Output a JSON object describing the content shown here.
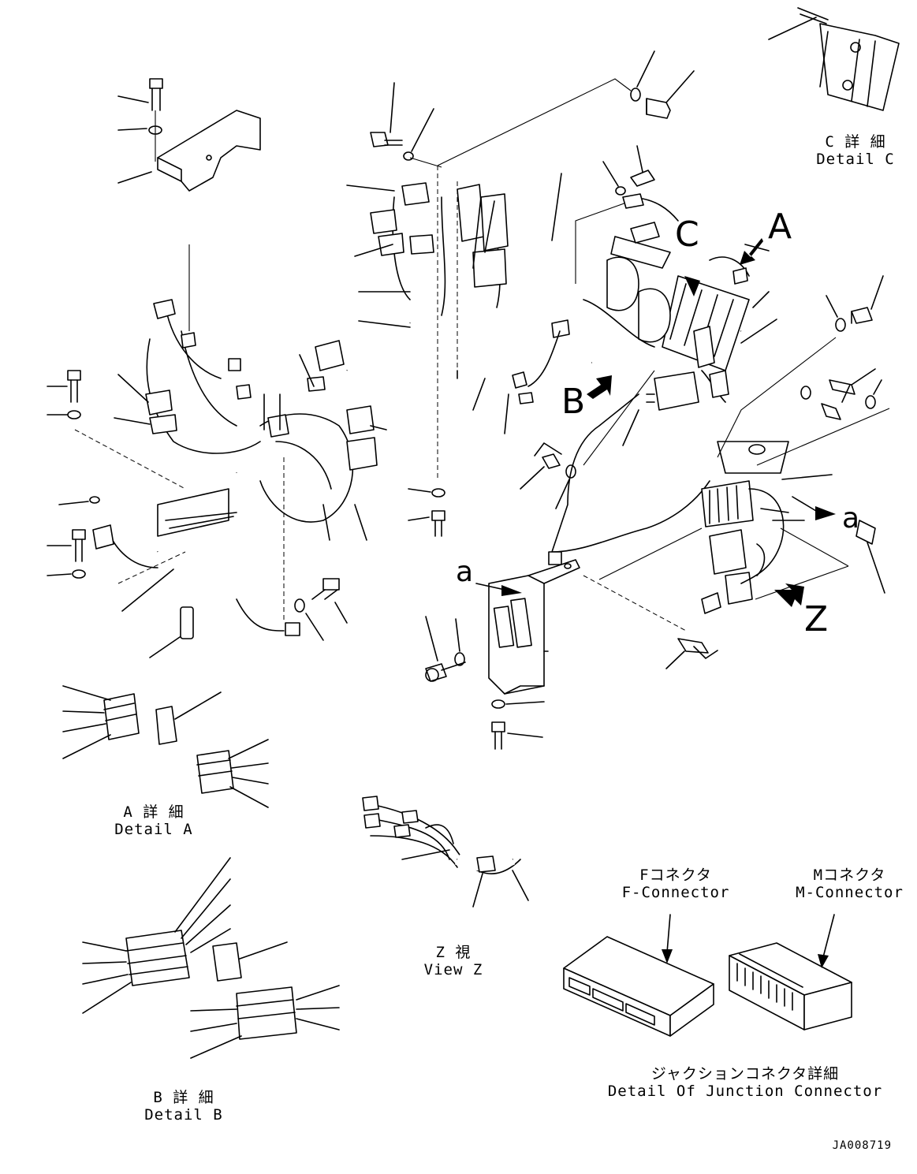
{
  "diagram": {
    "part_code": "JA008719",
    "callouts": {
      "view_a": "A",
      "view_b": "B",
      "view_c": "C",
      "view_z": "Z",
      "mark_a_upper": "a",
      "mark_a_lower": "a"
    },
    "details": {
      "detail_c": {
        "jp": "C 詳 細",
        "en": "Detail C"
      },
      "detail_a": {
        "jp": "A 詳 細",
        "en": "Detail A"
      },
      "detail_b": {
        "jp": "B 詳 細",
        "en": "Detail B"
      },
      "view_z": {
        "jp": "Z 視",
        "en": "View Z"
      },
      "f_connector": {
        "jp": "Fコネクタ",
        "en": "F-Connector"
      },
      "m_connector": {
        "jp": "Mコネクタ",
        "en": "M-Connector"
      },
      "junction_connector": {
        "jp": "ジャクションコネクタ詳細",
        "en": "Detail Of Junction Connector"
      }
    }
  }
}
